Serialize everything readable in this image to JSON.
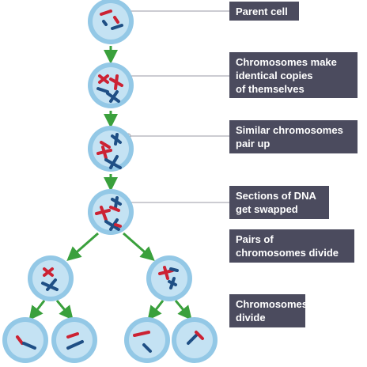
{
  "labels": {
    "parent_cell": "Parent cell",
    "copy": "Chromosomes make\nidentical copies\nof themselves",
    "pair_up": "Similar chromosomes\npair up",
    "swap": "Sections of DNA\nget swapped",
    "pairs_divide": "Pairs of\nchromosomes divide",
    "chromosomes_divide": "Chromosomes\ndivide"
  },
  "colors": {
    "cell_outer": "#93c8e6",
    "cell_inner": "#c4e2f3",
    "chromosome_red": "#cc2233",
    "chromosome_blue": "#1f4f85",
    "arrow": "#3aa03c",
    "label_bg": "#4b4b5e",
    "connector": "#9a9aa6"
  }
}
